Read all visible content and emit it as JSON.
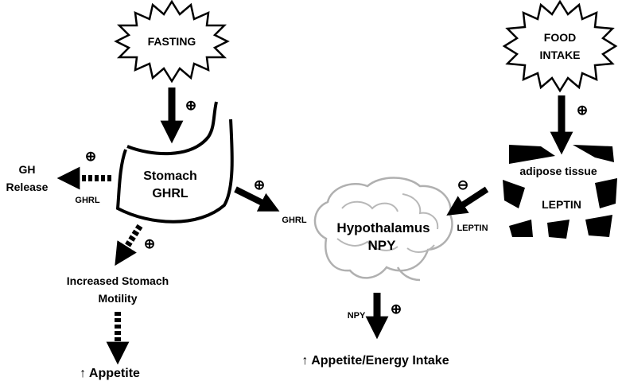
{
  "stimuli": {
    "fasting": "FASTING",
    "food_intake_line1": "FOOD",
    "food_intake_line2": "INTAKE"
  },
  "stomach": {
    "line1": "Stomach",
    "line2": "GHRL"
  },
  "adipose": {
    "title": "adipose tissue",
    "hormone": "LEPTIN"
  },
  "hypothalamus": {
    "line1": "Hypothalamus",
    "line2": "NPY"
  },
  "gh": {
    "line1": "GH",
    "line2": "Release"
  },
  "arrow_labels": {
    "ghrl_to_gh": "GHRL",
    "ghrl_to_brain": "GHRL",
    "leptin_to_brain": "LEPTIN",
    "npy_out": "NPY"
  },
  "outcomes": {
    "motility_line1": "Increased Stomach",
    "motility_line2": "Motility",
    "appetite_left": "↑ Appetite",
    "appetite_energy": "↑ Appetite/Energy Intake"
  },
  "signs": {
    "fasting_to_stomach": "⊕",
    "stomach_to_gh": "⊕",
    "stomach_to_motility": "⊕",
    "stomach_to_brain": "⊕",
    "food_to_adipose": "⊕",
    "adipose_to_brain": "⊖",
    "brain_to_appetite": "⊕"
  }
}
